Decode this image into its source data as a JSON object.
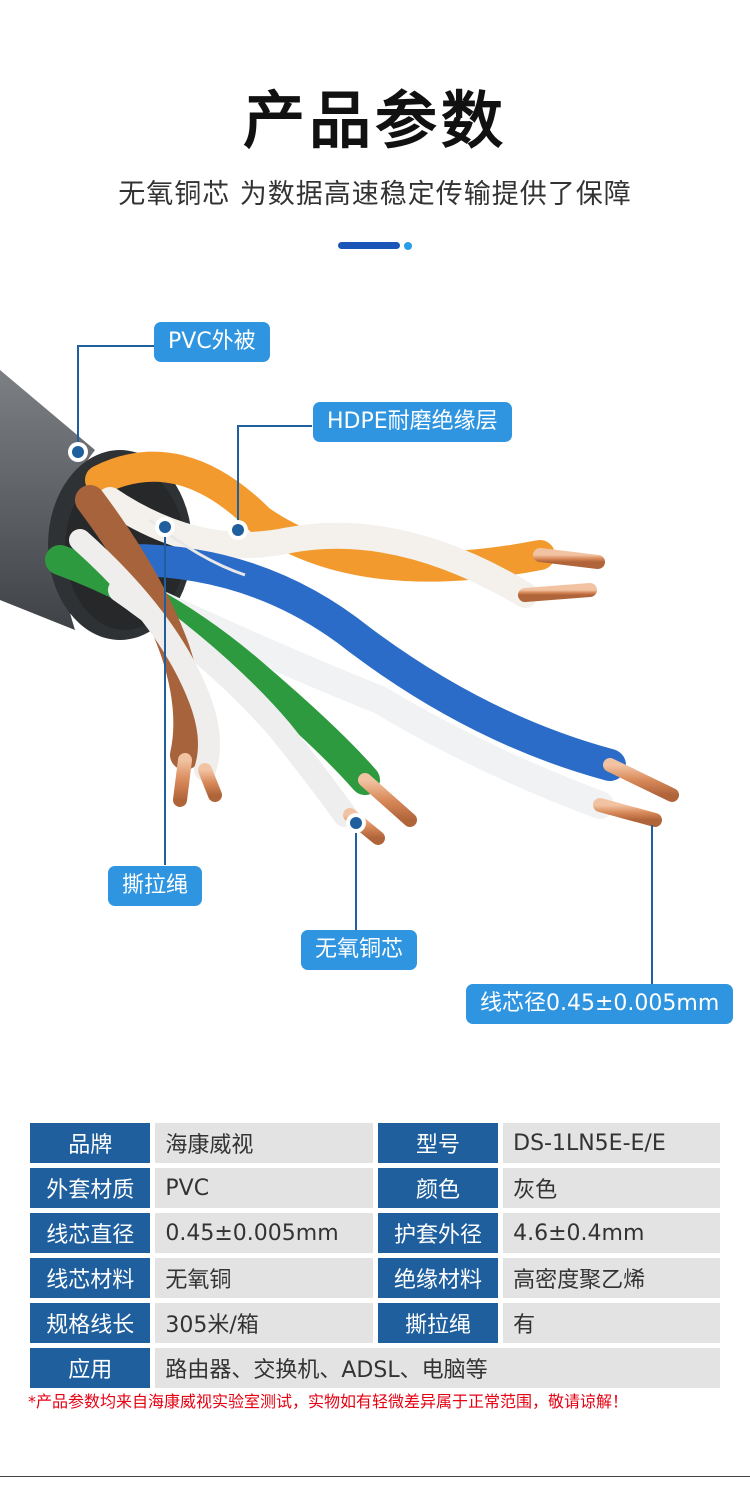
{
  "header": {
    "title": "产品参数",
    "subtitle": "无氧铜芯 为数据高速稳定传输提供了保障"
  },
  "colors": {
    "accent_blue": "#1a56b8",
    "label_blue": "#2f95e0",
    "key_cell": "#1f5f9e",
    "value_cell": "#e3e3e3",
    "note_red": "#e60012"
  },
  "callouts": {
    "pvc_jacket": "PVC外被",
    "hdpe_layer": "HDPE耐磨绝缘层",
    "rip_cord": "撕拉绳",
    "oxygen_free_copper": "无氧铜芯",
    "core_diameter": "线芯径0.45±0.005mm"
  },
  "specs": {
    "rows": [
      {
        "k1": "品牌",
        "v1": "海康威视",
        "k2": "型号",
        "v2": "DS-1LN5E-E/E"
      },
      {
        "k1": "外套材质",
        "v1": "PVC",
        "k2": "颜色",
        "v2": "灰色"
      },
      {
        "k1": "线芯直径",
        "v1": "0.45±0.005mm",
        "k2": "护套外径",
        "v2": "4.6±0.4mm"
      },
      {
        "k1": "线芯材料",
        "v1": "无氧铜",
        "k2": "绝缘材料",
        "v2": "高密度聚乙烯"
      },
      {
        "k1": "规格线长",
        "v1": "305米/箱",
        "k2": "撕拉绳",
        "v2": "有"
      }
    ],
    "application": {
      "k": "应用",
      "v": "路由器、交换机、ADSL、电脑等"
    }
  },
  "note": "*产品参数均来自海康威视实验室测试，实物如有轻微差异属于正常范围，敬请谅解！"
}
